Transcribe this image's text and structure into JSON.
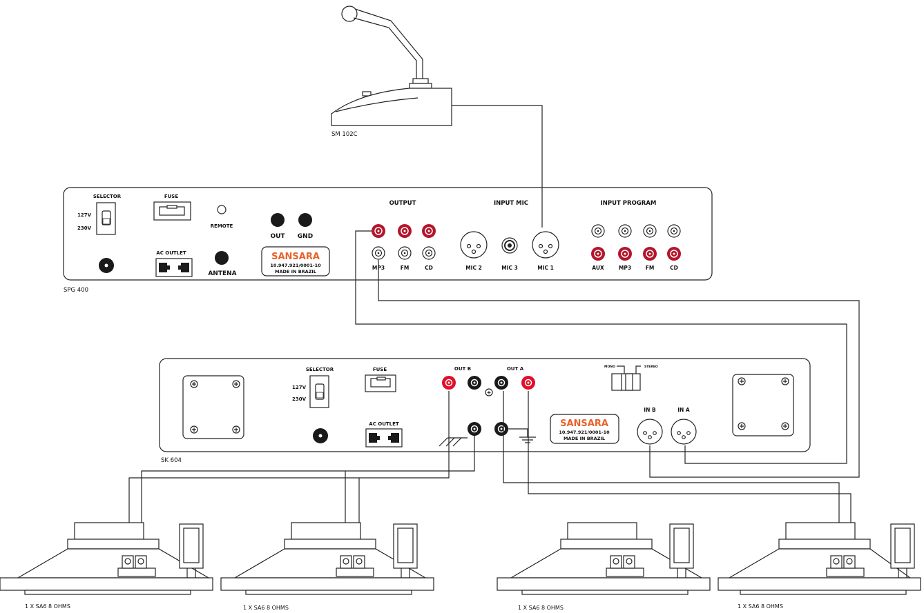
{
  "colors": {
    "brand": "#e8632b",
    "red_jack": "#b3162c",
    "red_post": "#e0102a",
    "black": "#1a1a1a"
  },
  "microphone": {
    "name": "SM 102C"
  },
  "preamp": {
    "name": "SPG 400",
    "selector": "SELECTOR",
    "v127": "127V",
    "v230": "230V",
    "fuse": "FUSE",
    "remote": "REMOTE",
    "ac_outlet": "AC OUTLET",
    "antena": "ANTENA",
    "out": "OUT",
    "gnd": "GND",
    "brand": "SANSARA",
    "cnpj": "10.947.921/0001-10",
    "made": "MADE IN BRAZIL",
    "output_title": "OUTPUT",
    "output_labels": [
      "MP3",
      "FM",
      "CD"
    ],
    "input_mic_title": "INPUT MIC",
    "mic_labels": {
      "mic2": "MIC 2",
      "mic3": "MIC 3",
      "mic1": "MIC 1"
    },
    "input_program_title": "INPUT PROGRAM",
    "program_labels": [
      "AUX",
      "MP3",
      "FM",
      "CD"
    ]
  },
  "amplifier": {
    "name": "SK 604",
    "selector": "SELECTOR",
    "v127": "127V",
    "v230": "230V",
    "fuse": "FUSE",
    "ac_outlet": "AC OUTLET",
    "out_b": "OUT B",
    "out_a": "OUT A",
    "plus": "+",
    "mono": "MONO",
    "stereo": "STEREO",
    "brand": "SANSARA",
    "cnpj": "10.947.921/0001-10",
    "made": "MADE IN BRAZIL",
    "in_b": "IN B",
    "in_a": "IN A"
  },
  "speakers": [
    {
      "label": "1 X SA6 8 OHMS"
    },
    {
      "label": "1 X SA6 8 OHMS"
    },
    {
      "label": "1 X SA6 8 OHMS"
    },
    {
      "label": "1 X SA6 8 OHMS"
    }
  ]
}
